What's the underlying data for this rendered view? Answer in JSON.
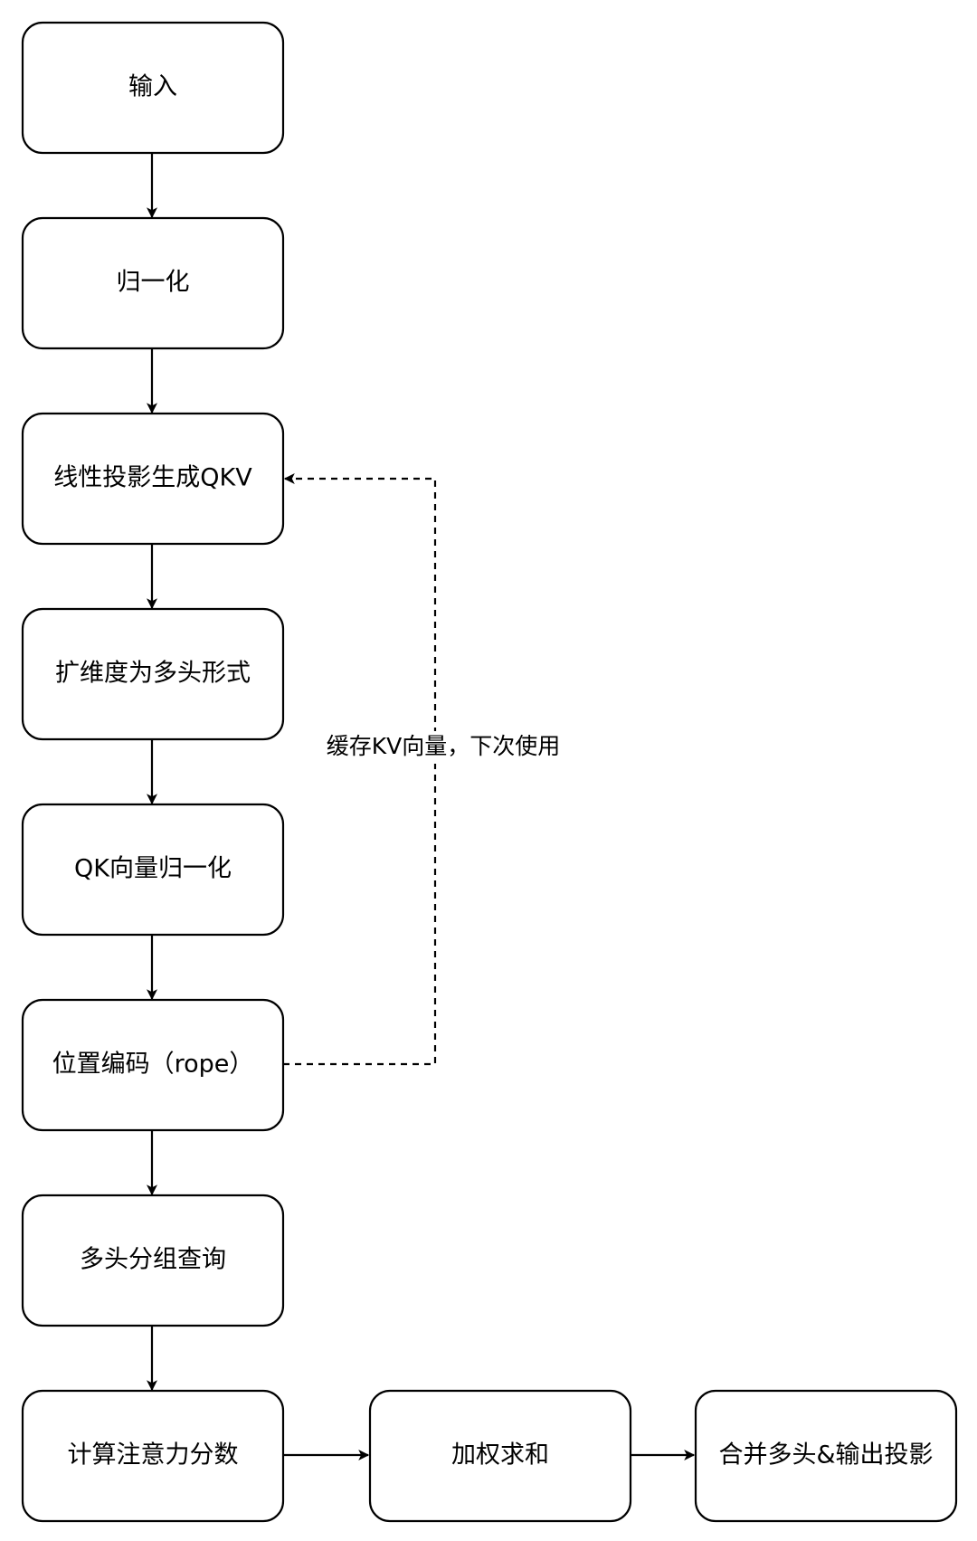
{
  "diagram": {
    "nodes": {
      "input": "输入",
      "normalize": "归一化",
      "qkv_projection": "线性投影生成QKV",
      "multihead_reshape": "扩维度为多头形式",
      "qk_normalize": "QK向量归一化",
      "rope": "位置编码（rope）",
      "grouped_query": "多头分组查询",
      "attention_scores": "计算注意力分数",
      "weighted_sum": "加权求和",
      "merge_output": "合并多头&输出投影"
    },
    "edges": {
      "kv_cache_label": "缓存KV向量，下次使用"
    }
  }
}
